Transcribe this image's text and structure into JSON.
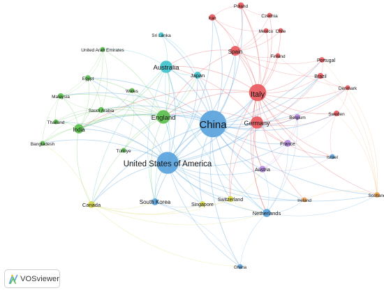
{
  "app": {
    "logo_text": "VOSviewer"
  },
  "colors": {
    "red": "#e8595d",
    "green": "#5cbf4f",
    "blue": "#5aa3dc",
    "cyan": "#3fc2cc",
    "yellow": "#d6d64a",
    "purple": "#b48ae0",
    "orange": "#f0a04a"
  },
  "nodes": [
    {
      "id": "china",
      "label": "China",
      "cluster": "blue",
      "weight": 10
    },
    {
      "id": "usa",
      "label": "United States of America",
      "cluster": "blue",
      "weight": 8
    },
    {
      "id": "italy",
      "label": "Italy",
      "cluster": "red",
      "weight": 6
    },
    {
      "id": "australia",
      "label": "Australia",
      "cluster": "cyan",
      "weight": 4
    },
    {
      "id": "england",
      "label": "England",
      "cluster": "green",
      "weight": 4.5
    },
    {
      "id": "germany",
      "label": "Germany",
      "cluster": "red",
      "weight": 4
    },
    {
      "id": "spain",
      "label": "Spain",
      "cluster": "red",
      "weight": 3
    },
    {
      "id": "india",
      "label": "India",
      "cluster": "green",
      "weight": 2.8
    },
    {
      "id": "iran",
      "label": "Iran",
      "cluster": "red",
      "weight": 1.6
    },
    {
      "id": "poland",
      "label": "Poland",
      "cluster": "red",
      "weight": 1.6
    },
    {
      "id": "czechia",
      "label": "Czechia",
      "cluster": "red",
      "weight": 1
    },
    {
      "id": "mexico",
      "label": "Mexico",
      "cluster": "red",
      "weight": 1
    },
    {
      "id": "chile",
      "label": "Chile",
      "cluster": "red",
      "weight": 1
    },
    {
      "id": "finland",
      "label": "Finland",
      "cluster": "red",
      "weight": 1
    },
    {
      "id": "portugal",
      "label": "Portugal",
      "cluster": "red",
      "weight": 1.2
    },
    {
      "id": "brazil",
      "label": "Brazil",
      "cluster": "red",
      "weight": 1.4
    },
    {
      "id": "denmark",
      "label": "Denmark",
      "cluster": "red",
      "weight": 1
    },
    {
      "id": "sweden",
      "label": "Sweden",
      "cluster": "red",
      "weight": 1.3
    },
    {
      "id": "srilanka",
      "label": "Sri Lanka",
      "cluster": "cyan",
      "weight": 1
    },
    {
      "id": "japan",
      "label": "Japan",
      "cluster": "cyan",
      "weight": 1.8
    },
    {
      "id": "uae",
      "label": "United Arab Emirates",
      "cluster": "green",
      "weight": 1
    },
    {
      "id": "egypt",
      "label": "Egypt",
      "cluster": "green",
      "weight": 1.2
    },
    {
      "id": "wales",
      "label": "Wales",
      "cluster": "green",
      "weight": 1
    },
    {
      "id": "malaysia",
      "label": "Malaysia",
      "cluster": "green",
      "weight": 1.3
    },
    {
      "id": "saudi",
      "label": "Saudi Arabia",
      "cluster": "green",
      "weight": 1.3
    },
    {
      "id": "thailand",
      "label": "Thailand",
      "cluster": "green",
      "weight": 1
    },
    {
      "id": "bangladesh",
      "label": "Bangladesh",
      "cluster": "green",
      "weight": 1
    },
    {
      "id": "turkiye",
      "label": "Türkiye",
      "cluster": "green",
      "weight": 1
    },
    {
      "id": "belgium",
      "label": "Belgium",
      "cluster": "purple",
      "weight": 1.3
    },
    {
      "id": "france",
      "label": "France",
      "cluster": "purple",
      "weight": 1.8
    },
    {
      "id": "israel",
      "label": "Israel",
      "cluster": "blue",
      "weight": 1
    },
    {
      "id": "austria",
      "label": "Austria",
      "cluster": "purple",
      "weight": 1.7
    },
    {
      "id": "canada",
      "label": "Canada",
      "cluster": "yellow",
      "weight": 1.8
    },
    {
      "id": "southkorea",
      "label": "South Korea",
      "cluster": "blue",
      "weight": 1.8
    },
    {
      "id": "singapore",
      "label": "Singapore",
      "cluster": "yellow",
      "weight": 1.2
    },
    {
      "id": "switzerland",
      "label": "Switzerland",
      "cluster": "yellow",
      "weight": 1.5
    },
    {
      "id": "netherlands",
      "label": "Netherlands",
      "cluster": "blue",
      "weight": 2.3
    },
    {
      "id": "ireland",
      "label": "Ireland",
      "cluster": "orange",
      "weight": 1
    },
    {
      "id": "scotland",
      "label": "Scotland",
      "cluster": "orange",
      "weight": 1.2
    },
    {
      "id": "ghana",
      "label": "Ghana",
      "cluster": "blue",
      "weight": 1
    }
  ],
  "edges": [
    [
      "china",
      "usa"
    ],
    [
      "china",
      "italy"
    ],
    [
      "china",
      "germany"
    ],
    [
      "china",
      "england"
    ],
    [
      "china",
      "australia"
    ],
    [
      "china",
      "spain"
    ],
    [
      "china",
      "india"
    ],
    [
      "china",
      "japan"
    ],
    [
      "china",
      "netherlands"
    ],
    [
      "china",
      "canada"
    ],
    [
      "china",
      "southkorea"
    ],
    [
      "china",
      "singapore"
    ],
    [
      "china",
      "switzerland"
    ],
    [
      "china",
      "france"
    ],
    [
      "china",
      "austria"
    ],
    [
      "china",
      "brazil"
    ],
    [
      "china",
      "iran"
    ],
    [
      "china",
      "poland"
    ],
    [
      "china",
      "sweden"
    ],
    [
      "china",
      "belgium"
    ],
    [
      "china",
      "ghana"
    ],
    [
      "china",
      "scotland"
    ],
    [
      "china",
      "ireland"
    ],
    [
      "china",
      "israel"
    ],
    [
      "china",
      "malaysia"
    ],
    [
      "china",
      "saudi"
    ],
    [
      "china",
      "egypt"
    ],
    [
      "china",
      "srilanka"
    ],
    [
      "china",
      "denmark"
    ],
    [
      "china",
      "portugal"
    ],
    [
      "usa",
      "italy"
    ],
    [
      "usa",
      "germany"
    ],
    [
      "usa",
      "england"
    ],
    [
      "usa",
      "australia"
    ],
    [
      "usa",
      "india"
    ],
    [
      "usa",
      "canada"
    ],
    [
      "usa",
      "southkorea"
    ],
    [
      "usa",
      "netherlands"
    ],
    [
      "usa",
      "singapore"
    ],
    [
      "usa",
      "switzerland"
    ],
    [
      "usa",
      "spain"
    ],
    [
      "usa",
      "japan"
    ],
    [
      "usa",
      "ghana"
    ],
    [
      "usa",
      "bangladesh"
    ],
    [
      "usa",
      "thailand"
    ],
    [
      "usa",
      "turkiye"
    ],
    [
      "usa",
      "austria"
    ],
    [
      "usa",
      "france"
    ],
    [
      "usa",
      "ireland"
    ],
    [
      "usa",
      "scotland"
    ],
    [
      "usa",
      "brazil"
    ],
    [
      "usa",
      "saudi"
    ],
    [
      "usa",
      "egypt"
    ],
    [
      "usa",
      "iran"
    ],
    [
      "italy",
      "germany"
    ],
    [
      "italy",
      "spain"
    ],
    [
      "italy",
      "poland"
    ],
    [
      "italy",
      "iran"
    ],
    [
      "italy",
      "czechia"
    ],
    [
      "italy",
      "mexico"
    ],
    [
      "italy",
      "chile"
    ],
    [
      "italy",
      "finland"
    ],
    [
      "italy",
      "portugal"
    ],
    [
      "italy",
      "brazil"
    ],
    [
      "italy",
      "denmark"
    ],
    [
      "italy",
      "sweden"
    ],
    [
      "italy",
      "belgium"
    ],
    [
      "italy",
      "france"
    ],
    [
      "italy",
      "austria"
    ],
    [
      "italy",
      "england"
    ],
    [
      "italy",
      "australia"
    ],
    [
      "italy",
      "netherlands"
    ],
    [
      "italy",
      "switzerland"
    ],
    [
      "italy",
      "israel"
    ],
    [
      "italy",
      "scotland"
    ],
    [
      "italy",
      "ireland"
    ],
    [
      "italy",
      "india"
    ],
    [
      "germany",
      "spain"
    ],
    [
      "germany",
      "england"
    ],
    [
      "germany",
      "france"
    ],
    [
      "germany",
      "austria"
    ],
    [
      "germany",
      "belgium"
    ],
    [
      "germany",
      "netherlands"
    ],
    [
      "germany",
      "sweden"
    ],
    [
      "germany",
      "denmark"
    ],
    [
      "germany",
      "poland"
    ],
    [
      "germany",
      "brazil"
    ],
    [
      "germany",
      "switzerland"
    ],
    [
      "germany",
      "australia"
    ],
    [
      "germany",
      "israel"
    ],
    [
      "spain",
      "iran"
    ],
    [
      "spain",
      "poland"
    ],
    [
      "spain",
      "mexico"
    ],
    [
      "spain",
      "chile"
    ],
    [
      "spain",
      "portugal"
    ],
    [
      "spain",
      "brazil"
    ],
    [
      "spain",
      "england"
    ],
    [
      "spain",
      "finland"
    ],
    [
      "spain",
      "czechia"
    ],
    [
      "spain",
      "australia"
    ],
    [
      "england",
      "india"
    ],
    [
      "england",
      "australia"
    ],
    [
      "england",
      "wales"
    ],
    [
      "england",
      "malaysia"
    ],
    [
      "england",
      "saudi"
    ],
    [
      "england",
      "egypt"
    ],
    [
      "england",
      "thailand"
    ],
    [
      "england",
      "bangladesh"
    ],
    [
      "england",
      "uae"
    ],
    [
      "england",
      "canada"
    ],
    [
      "england",
      "turkiye"
    ],
    [
      "england",
      "japan"
    ],
    [
      "england",
      "southkorea"
    ],
    [
      "india",
      "malaysia"
    ],
    [
      "india",
      "saudi"
    ],
    [
      "india",
      "egypt"
    ],
    [
      "india",
      "thailand"
    ],
    [
      "india",
      "bangladesh"
    ],
    [
      "india",
      "uae"
    ],
    [
      "india",
      "wales"
    ],
    [
      "india",
      "australia"
    ],
    [
      "india",
      "canada"
    ],
    [
      "malaysia",
      "saudi"
    ],
    [
      "malaysia",
      "egypt"
    ],
    [
      "malaysia",
      "thailand"
    ],
    [
      "malaysia",
      "bangladesh"
    ],
    [
      "malaysia",
      "uae"
    ],
    [
      "saudi",
      "egypt"
    ],
    [
      "saudi",
      "thailand"
    ],
    [
      "saudi",
      "uae"
    ],
    [
      "saudi",
      "bangladesh"
    ],
    [
      "egypt",
      "uae"
    ],
    [
      "australia",
      "japan"
    ],
    [
      "australia",
      "srilanka"
    ],
    [
      "australia",
      "uae"
    ],
    [
      "australia",
      "southkorea"
    ],
    [
      "australia",
      "canada"
    ],
    [
      "australia",
      "singapore"
    ],
    [
      "australia",
      "netherlands"
    ],
    [
      "japan",
      "southkorea"
    ],
    [
      "japan",
      "srilanka"
    ],
    [
      "canada",
      "southkorea"
    ],
    [
      "canada",
      "singapore"
    ],
    [
      "canada",
      "switzerland"
    ],
    [
      "canada",
      "netherlands"
    ],
    [
      "canada",
      "bangladesh"
    ],
    [
      "canada",
      "ghana"
    ],
    [
      "singapore",
      "switzerland"
    ],
    [
      "switzerland",
      "netherlands"
    ],
    [
      "switzerland",
      "austria"
    ],
    [
      "netherlands",
      "ghana"
    ],
    [
      "netherlands",
      "belgium"
    ],
    [
      "netherlands",
      "france"
    ],
    [
      "netherlands",
      "austria"
    ],
    [
      "netherlands",
      "ireland"
    ],
    [
      "netherlands",
      "scotland"
    ],
    [
      "austria",
      "france"
    ],
    [
      "austria",
      "belgium"
    ],
    [
      "austria",
      "israel"
    ],
    [
      "france",
      "belgium"
    ],
    [
      "france",
      "sweden"
    ],
    [
      "scotland",
      "sweden"
    ],
    [
      "scotland",
      "denmark"
    ],
    [
      "scotland",
      "ireland"
    ],
    [
      "scotland",
      "brazil"
    ],
    [
      "scotland",
      "portugal"
    ],
    [
      "sweden",
      "denmark"
    ],
    [
      "sweden",
      "israel"
    ],
    [
      "brazil",
      "portugal"
    ],
    [
      "brazil",
      "denmark"
    ],
    [
      "poland",
      "czechia"
    ],
    [
      "poland",
      "iran"
    ],
    [
      "iran",
      "mexico"
    ],
    [
      "chile",
      "mexico"
    ],
    [
      "finland",
      "denmark"
    ],
    [
      "southkorea",
      "singapore"
    ],
    [
      "southkorea",
      "netherlands"
    ],
    [
      "ghana",
      "southkorea"
    ],
    [
      "turkiye",
      "wales"
    ]
  ]
}
